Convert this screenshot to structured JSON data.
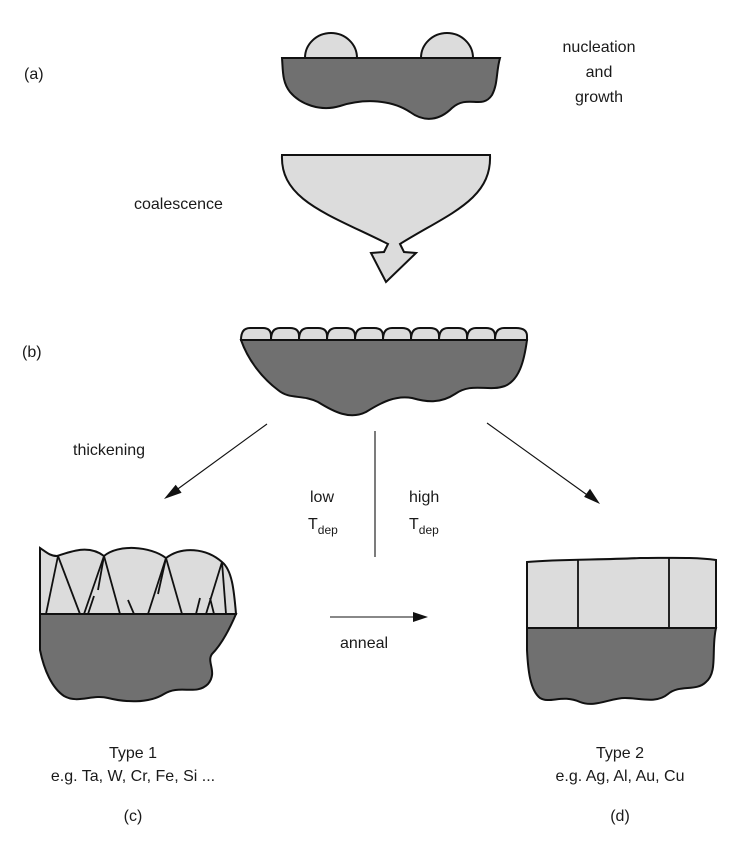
{
  "labels": {
    "a": "(a)",
    "b": "(b)",
    "c": "(c)",
    "d": "(d)",
    "nucleation_line1": "nucleation",
    "nucleation_line2": "and",
    "nucleation_line3": "growth",
    "coalescence": "coalescence",
    "thickening": "thickening",
    "low": "low",
    "high": "high",
    "t_symbol": "T",
    "dep_subscript": "dep",
    "anneal": "anneal",
    "type1_title": "Type 1",
    "type1_examples": "e.g. Ta, W, Cr, Fe, Si ...",
    "type2_title": "Type 2",
    "type2_examples": "e.g. Ag, Al, Au, Cu"
  },
  "colors": {
    "substrate": "#707070",
    "deposit": "#dcdcdc",
    "outline": "#111111"
  }
}
